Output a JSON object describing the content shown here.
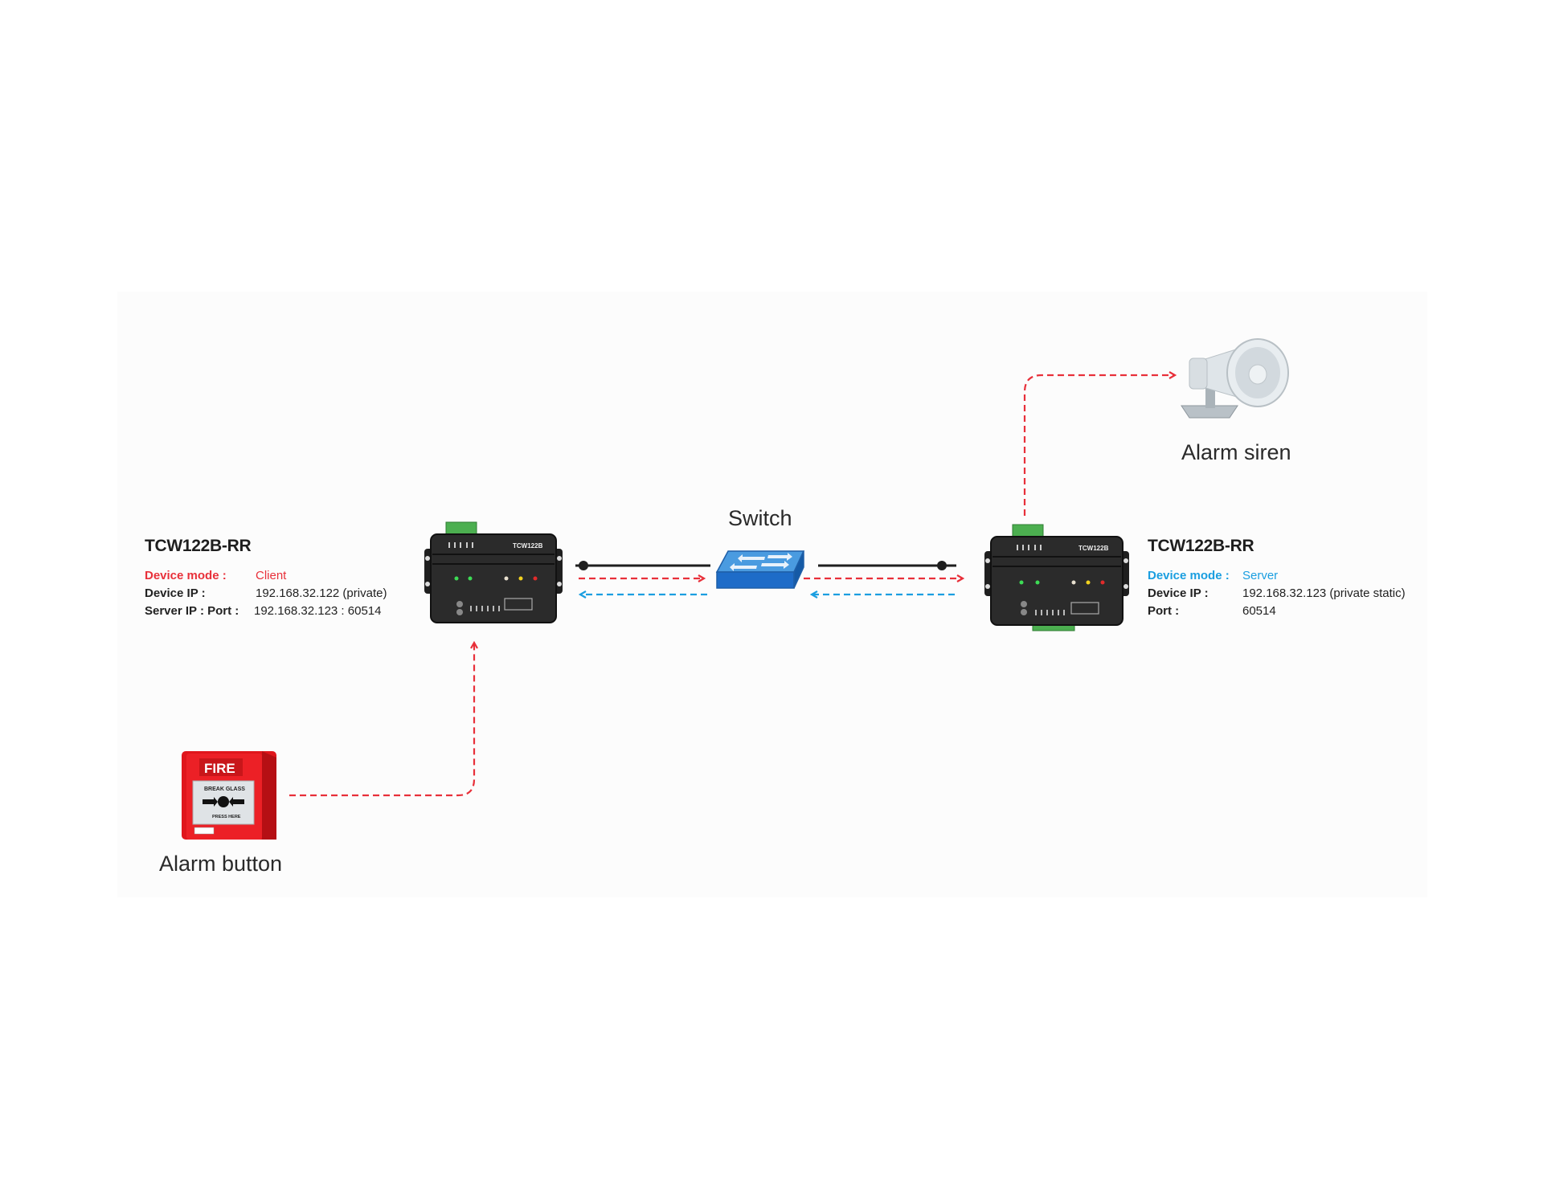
{
  "diagram": {
    "colors": {
      "request": "#e8303a",
      "response": "#1a9ee0",
      "link": "#1e1e1e",
      "panel": "#fcfcfc"
    },
    "client_device": {
      "model_label": "TCW122B",
      "title": "TCW122B-RR",
      "mode_key": "Device mode :",
      "mode_value": "Client",
      "ip_key": "Device IP :",
      "ip_value": "192.168.32.122 (private)",
      "server_key": "Server IP : Port :",
      "server_value": "192.168.32.123 : 60514"
    },
    "server_device": {
      "model_label": "TCW122B",
      "title": "TCW122B-RR",
      "mode_key": "Device mode :",
      "mode_value": "Server",
      "ip_key": "Device IP :",
      "ip_value": "192.168.32.123 (private static)",
      "port_key": "Port :",
      "port_value": "60514"
    },
    "switch": {
      "label": "Switch"
    },
    "alarm_siren": {
      "label": "Alarm siren"
    },
    "alarm_button": {
      "label": "Alarm button",
      "fire_text": "FIRE",
      "break_glass": "BREAK GLASS",
      "press_here": "PRESS HERE"
    }
  }
}
